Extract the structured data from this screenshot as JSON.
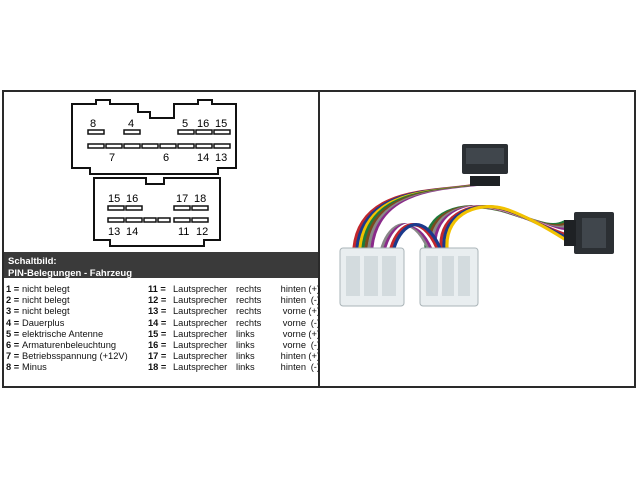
{
  "connector_top": {
    "upper_pins": [
      "8",
      "4",
      "5",
      "16",
      "15"
    ],
    "lower_pins": [
      "7",
      "6",
      "14",
      "13"
    ]
  },
  "connector_bottom": {
    "upper_pins": [
      "15",
      "16",
      "17",
      "18"
    ],
    "lower_pins": [
      "13",
      "14",
      "11",
      "12"
    ]
  },
  "legend": {
    "title": "Schaltbild:",
    "subtitle": "PIN-Belegungen - Fahrzeug",
    "left": [
      {
        "num": "1 =",
        "label": "nicht belegt"
      },
      {
        "num": "2 =",
        "label": "nicht belegt"
      },
      {
        "num": "3 =",
        "label": "nicht belegt"
      },
      {
        "num": "4 =",
        "label": "Dauerplus"
      },
      {
        "num": "5 =",
        "label": "elektrische Antenne"
      },
      {
        "num": "6 =",
        "label": "Armaturenbeleuchtung"
      },
      {
        "num": "7 =",
        "label": "Betriebsspannung (+12V)"
      },
      {
        "num": "8 =",
        "label": "Minus"
      }
    ],
    "right": [
      {
        "num": "11 =",
        "a": "Lautsprecher",
        "b": "rechts",
        "c": "hinten",
        "d": "(+)"
      },
      {
        "num": "12 =",
        "a": "Lautsprecher",
        "b": "rechts",
        "c": "hinten",
        "d": "(-)"
      },
      {
        "num": "13 =",
        "a": "Lautsprecher",
        "b": "rechts",
        "c": "vorne",
        "d": "(+)"
      },
      {
        "num": "14 =",
        "a": "Lautsprecher",
        "b": "rechts",
        "c": "vorne",
        "d": "(-)"
      },
      {
        "num": "15 =",
        "a": "Lautsprecher",
        "b": "links",
        "c": "vorne",
        "d": "(+)"
      },
      {
        "num": "16 =",
        "a": "Lautsprecher",
        "b": "links",
        "c": "vorne",
        "d": "(-)"
      },
      {
        "num": "17 =",
        "a": "Lautsprecher",
        "b": "links",
        "c": "hinten",
        "d": "(+)"
      },
      {
        "num": "18 =",
        "a": "Lautsprecher",
        "b": "links",
        "c": "hinten",
        "d": "(-)"
      }
    ]
  },
  "colors": {
    "frame": "#2a2a2a",
    "header_bg": "#3a3a3a",
    "connector_white": "#e9eef0",
    "connector_black": "#2b2f33",
    "wire_colors": [
      "#c1272d",
      "#1b3a8c",
      "#f2c200",
      "#1f7a3a",
      "#7a4a1e",
      "#888888",
      "#8a2a8a",
      "#ffffff"
    ]
  }
}
